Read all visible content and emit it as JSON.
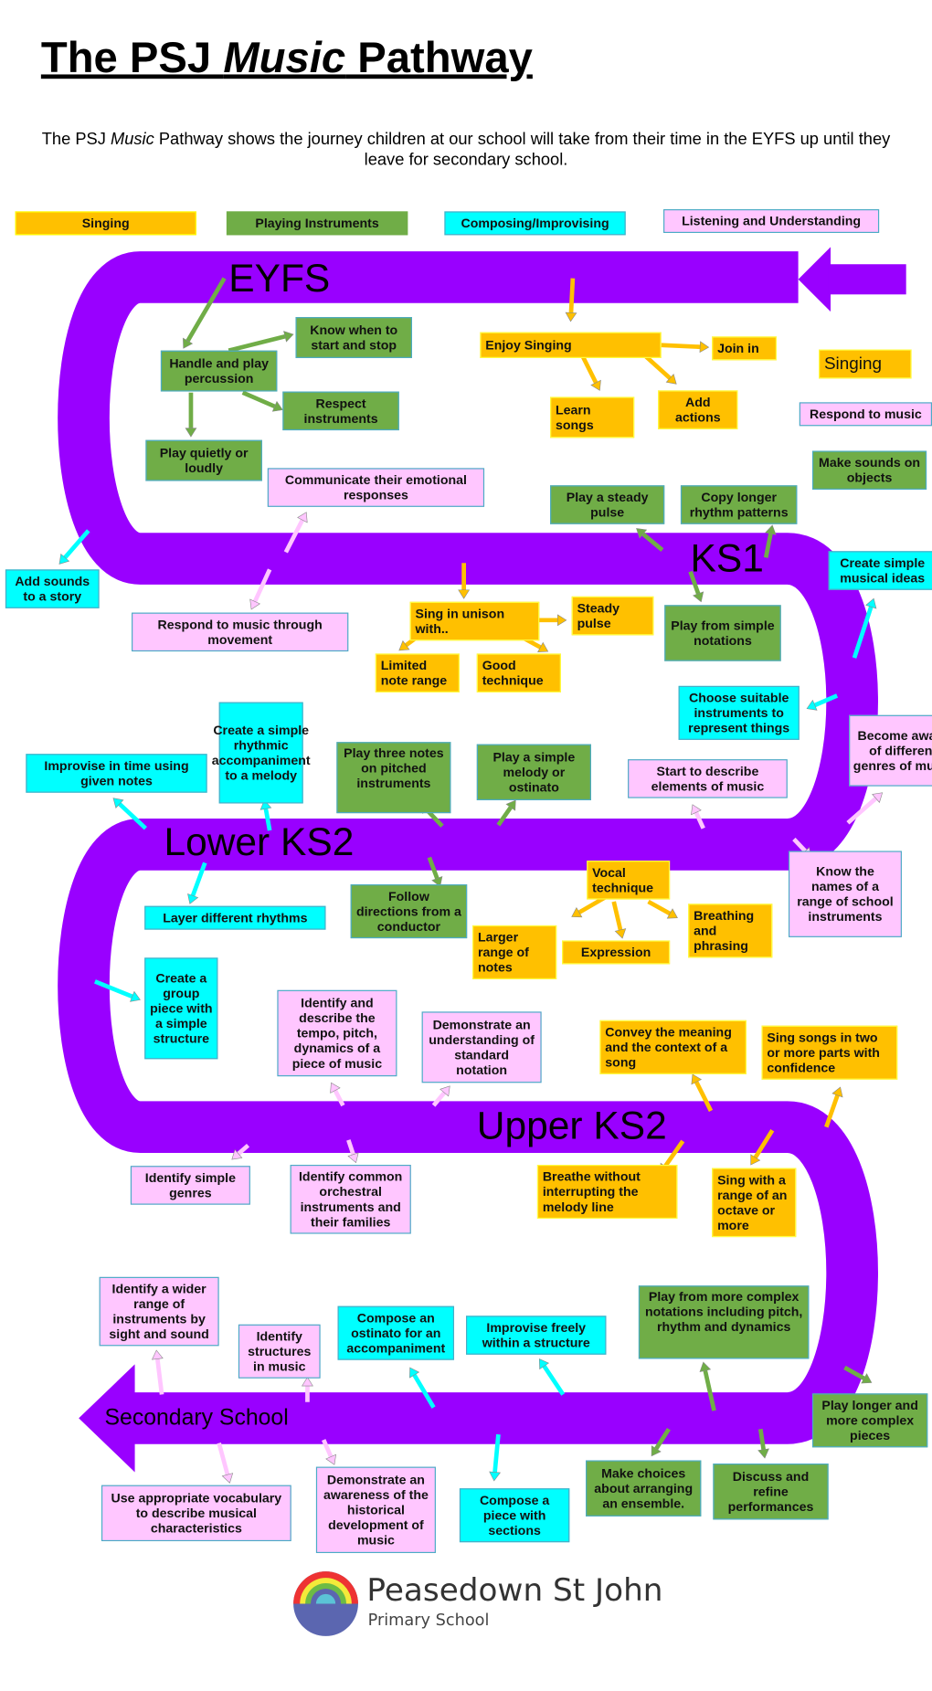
{
  "title": {
    "pre": "The PSJ ",
    "em": "Music",
    "post": " Pathway"
  },
  "intro": {
    "pre": "The PSJ ",
    "em": "Music",
    "post": " Pathway shows the journey children at our school will take from their time in the EYFS up until they leave for secondary school."
  },
  "legend": [
    "Singing",
    "Playing Instruments",
    "Composing/Improvising",
    "Listening and Understanding"
  ],
  "colors": {
    "path": "#9900ff",
    "singing": "#ffc000",
    "instruments": "#70ad47",
    "composing": "#00ffff",
    "listening": "#ffc6ff"
  },
  "stages": [
    "EYFS",
    "KS1",
    "Lower KS2",
    "Upper KS2",
    "Secondary School"
  ],
  "eyfs": [
    "Know when to start and stop",
    "Handle and play percussion",
    "Respect instruments",
    "Play quietly or loudly",
    "Communicate their emotional responses",
    "Enjoy Singing",
    "Join in",
    "Learn songs",
    "Add actions",
    "Singing",
    "Respond to music",
    "Make sounds on objects",
    "Play a steady pulse",
    "Copy longer rhythm patterns",
    "Add sounds to a story",
    "Create simple musical ideas"
  ],
  "ks1": [
    "Respond to music through movement",
    "Sing in unison with..",
    "Steady pulse",
    "Limited note range",
    "Good technique",
    "Play from simple notations",
    "Choose suitable instruments to represent things",
    "Become aware of different genres of music"
  ],
  "lower_ks2": [
    "Create a simple rhythmic accompaniment to a melody",
    "Improvise in time using given notes",
    "Play three notes on pitched instruments",
    "Play a simple melody or ostinato",
    "Start to describe elements of music",
    "Know the names of a range of school instruments",
    "Layer different rhythms",
    "Follow directions from a conductor",
    "Vocal technique",
    "Larger range of notes",
    "Expression",
    "Breathing and phrasing",
    "Create a group piece with a simple structure"
  ],
  "upper_ks2": [
    "Identify and describe the tempo, pitch, dynamics of a piece of music",
    "Demonstrate an understanding of standard notation",
    "Convey the meaning and the context of a song",
    "Sing songs in two or more parts with confidence",
    "Identify simple genres",
    "Identify common orchestral instruments and their families",
    "Breathe without interrupting the melody line",
    "Sing with a range of an octave or more"
  ],
  "secondary": [
    "Identify a wider range of instruments by sight and sound",
    "Identify structures in music",
    "Compose an ostinato for an accompaniment",
    "Improvise freely within a structure",
    "Play from more complex notations including pitch, rhythm and dynamics",
    "Play longer and more complex pieces",
    "Use appropriate vocabulary to describe musical characteristics",
    "Demonstrate an awareness of the historical development of music",
    "Compose a piece with sections",
    "Make choices about arranging an ensemble.",
    "Discuss and refine performances"
  ],
  "logo": {
    "name": "Peasedown St John",
    "sub": "Primary School"
  }
}
